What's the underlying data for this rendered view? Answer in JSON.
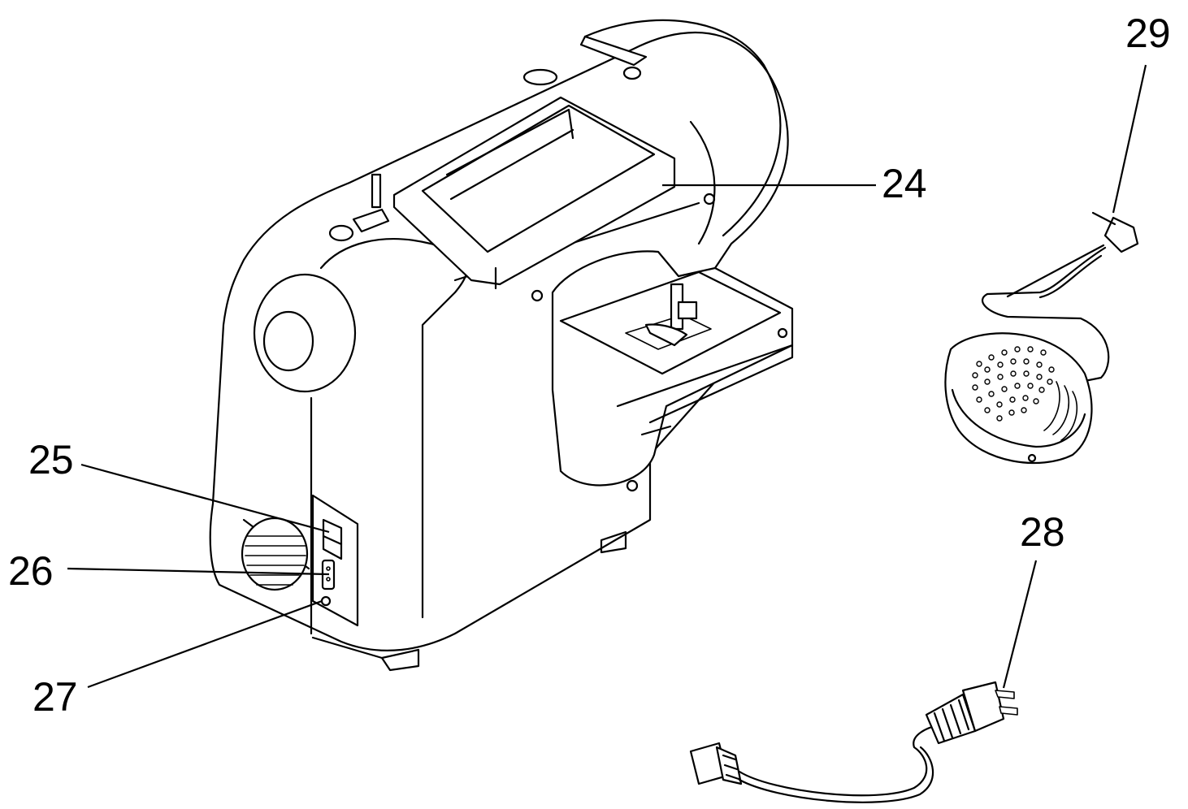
{
  "labels": {
    "l24": "24",
    "l25": "25",
    "l26": "26",
    "l27": "27",
    "l28": "28",
    "l29": "29"
  },
  "parts": {
    "sewing_machine": "sewing-machine-rear-view",
    "foot_controller": "foot-controller",
    "power_cord": "power-cord"
  },
  "colors": {
    "line": "#000000",
    "background": "#ffffff"
  }
}
